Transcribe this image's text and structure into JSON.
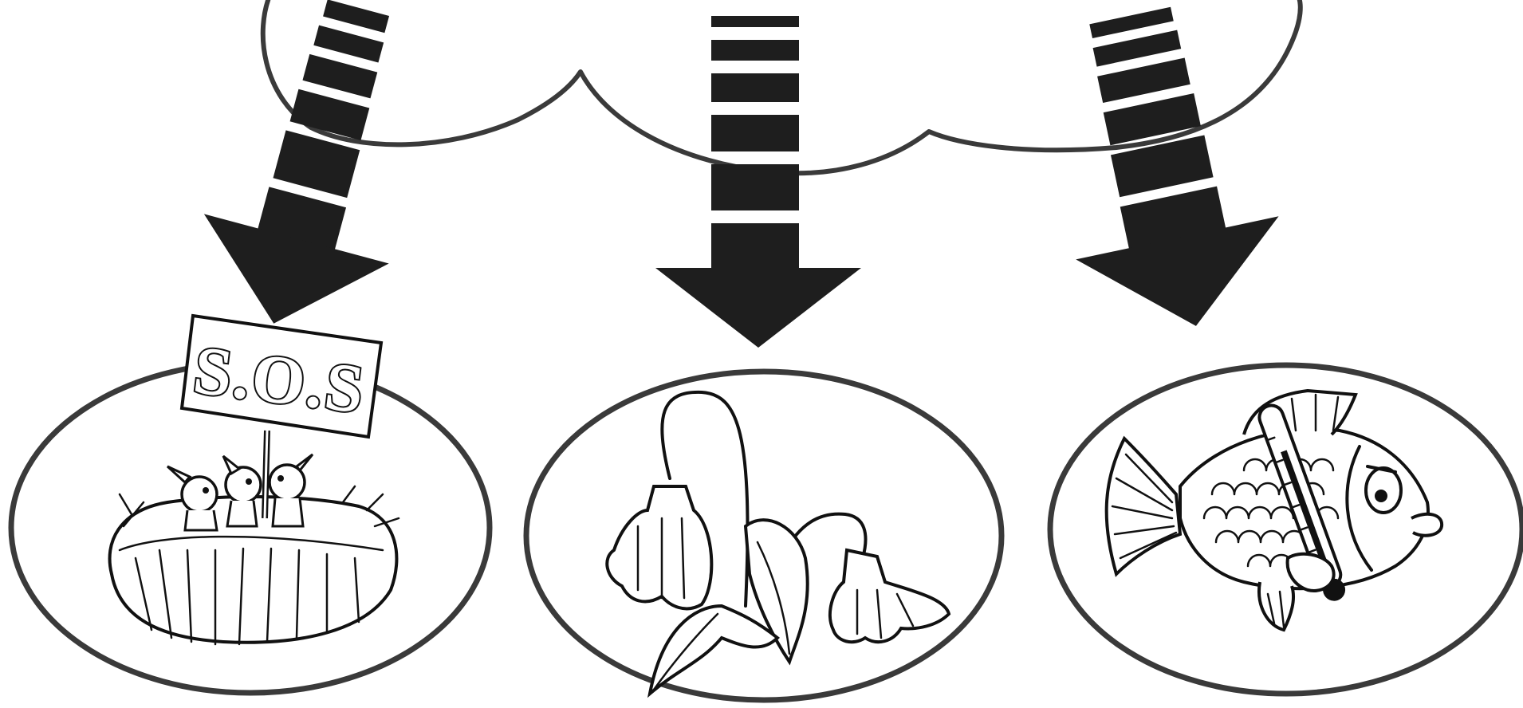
{
  "sign": {
    "text": "S.O.S"
  },
  "arrows": [
    "arrow-to-birds",
    "arrow-to-flowers",
    "arrow-to-fish"
  ],
  "colors": {
    "ink": "#1e1e1e",
    "outline": "#3a3a3a",
    "background": "#ffffff"
  },
  "icons": [
    "cloud-icon",
    "bird-nest-icon",
    "sos-sign-icon",
    "wilted-flower-icon",
    "sick-fish-icon",
    "thermometer-icon"
  ]
}
